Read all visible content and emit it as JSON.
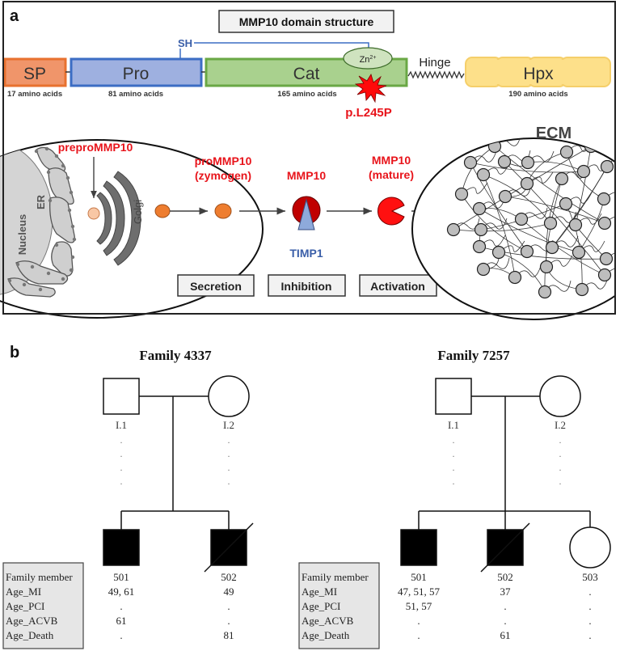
{
  "panel_a": {
    "label": "a",
    "title": "MMP10 domain structure",
    "sh_label": "SH",
    "zinc_label": "Zn",
    "zinc_charge": "2+",
    "hinge_label": "Hinge",
    "mutation_label": "p.L245P",
    "domains": [
      {
        "name": "SP",
        "length_label": "17 amino acids",
        "fill": "#f0956a",
        "stroke": "#e8712f"
      },
      {
        "name": "Pro",
        "length_label": "81 amino acids",
        "fill": "#9eb0e0",
        "stroke": "#3c6dc4"
      },
      {
        "name": "Cat",
        "length_label": "165 amino acids",
        "fill": "#a9d18e",
        "stroke": "#6aa845"
      },
      {
        "name": "Hpx",
        "length_label": "190 amino acids",
        "fill": "#fde08a",
        "stroke": "#f5cf6a"
      }
    ],
    "cell": {
      "nucleus_label": "Nucleus",
      "er_label": "ER",
      "golgi_label": "Golgi",
      "prepro_label": "preproMMP10"
    },
    "stages": {
      "pro_line1": "proMMP10",
      "pro_line2": "(zymogen)",
      "inhibited_label": "MMP10",
      "timp_label": "TIMP1",
      "mature_line1": "MMP10",
      "mature_line2": "(mature)",
      "ecm_label": "ECM"
    },
    "process_boxes": [
      "Secretion",
      "Inhibition",
      "Activation"
    ],
    "colors": {
      "red_text": "#e8141b",
      "blue_text": "#3a5ea8",
      "orange_dot": "#ee7d2f",
      "light_dot": "#f8c7a5",
      "inhibited_mmp": "#c00000",
      "mature_mmp": "#ff1010",
      "timp": "#8eaadb"
    }
  },
  "panel_b": {
    "label": "b",
    "row_labels": [
      "Family member",
      "Age_MI",
      "Age_PCI",
      "Age_ACVB",
      "Age_Death"
    ],
    "families": [
      {
        "title": "Family 4337",
        "parents": [
          "I.1",
          "I.2"
        ],
        "members": [
          {
            "id": "501",
            "sex": "male",
            "affected": true,
            "deceased": false,
            "age_mi": "49, 61",
            "age_pci": ".",
            "age_acvb": "61",
            "age_death": "."
          },
          {
            "id": "502",
            "sex": "male",
            "affected": true,
            "deceased": true,
            "age_mi": "49",
            "age_pci": ".",
            "age_acvb": ".",
            "age_death": "81"
          }
        ]
      },
      {
        "title": "Family 7257",
        "parents": [
          "I.1",
          "I.2"
        ],
        "members": [
          {
            "id": "501",
            "sex": "male",
            "affected": true,
            "deceased": false,
            "age_mi": "47, 51, 57",
            "age_pci": "51, 57",
            "age_acvb": ".",
            "age_death": "."
          },
          {
            "id": "502",
            "sex": "male",
            "affected": true,
            "deceased": true,
            "age_mi": "37",
            "age_pci": ".",
            "age_acvb": ".",
            "age_death": "61"
          },
          {
            "id": "503",
            "sex": "female",
            "affected": false,
            "deceased": false,
            "age_mi": ".",
            "age_pci": ".",
            "age_acvb": ".",
            "age_death": "."
          }
        ]
      }
    ]
  }
}
